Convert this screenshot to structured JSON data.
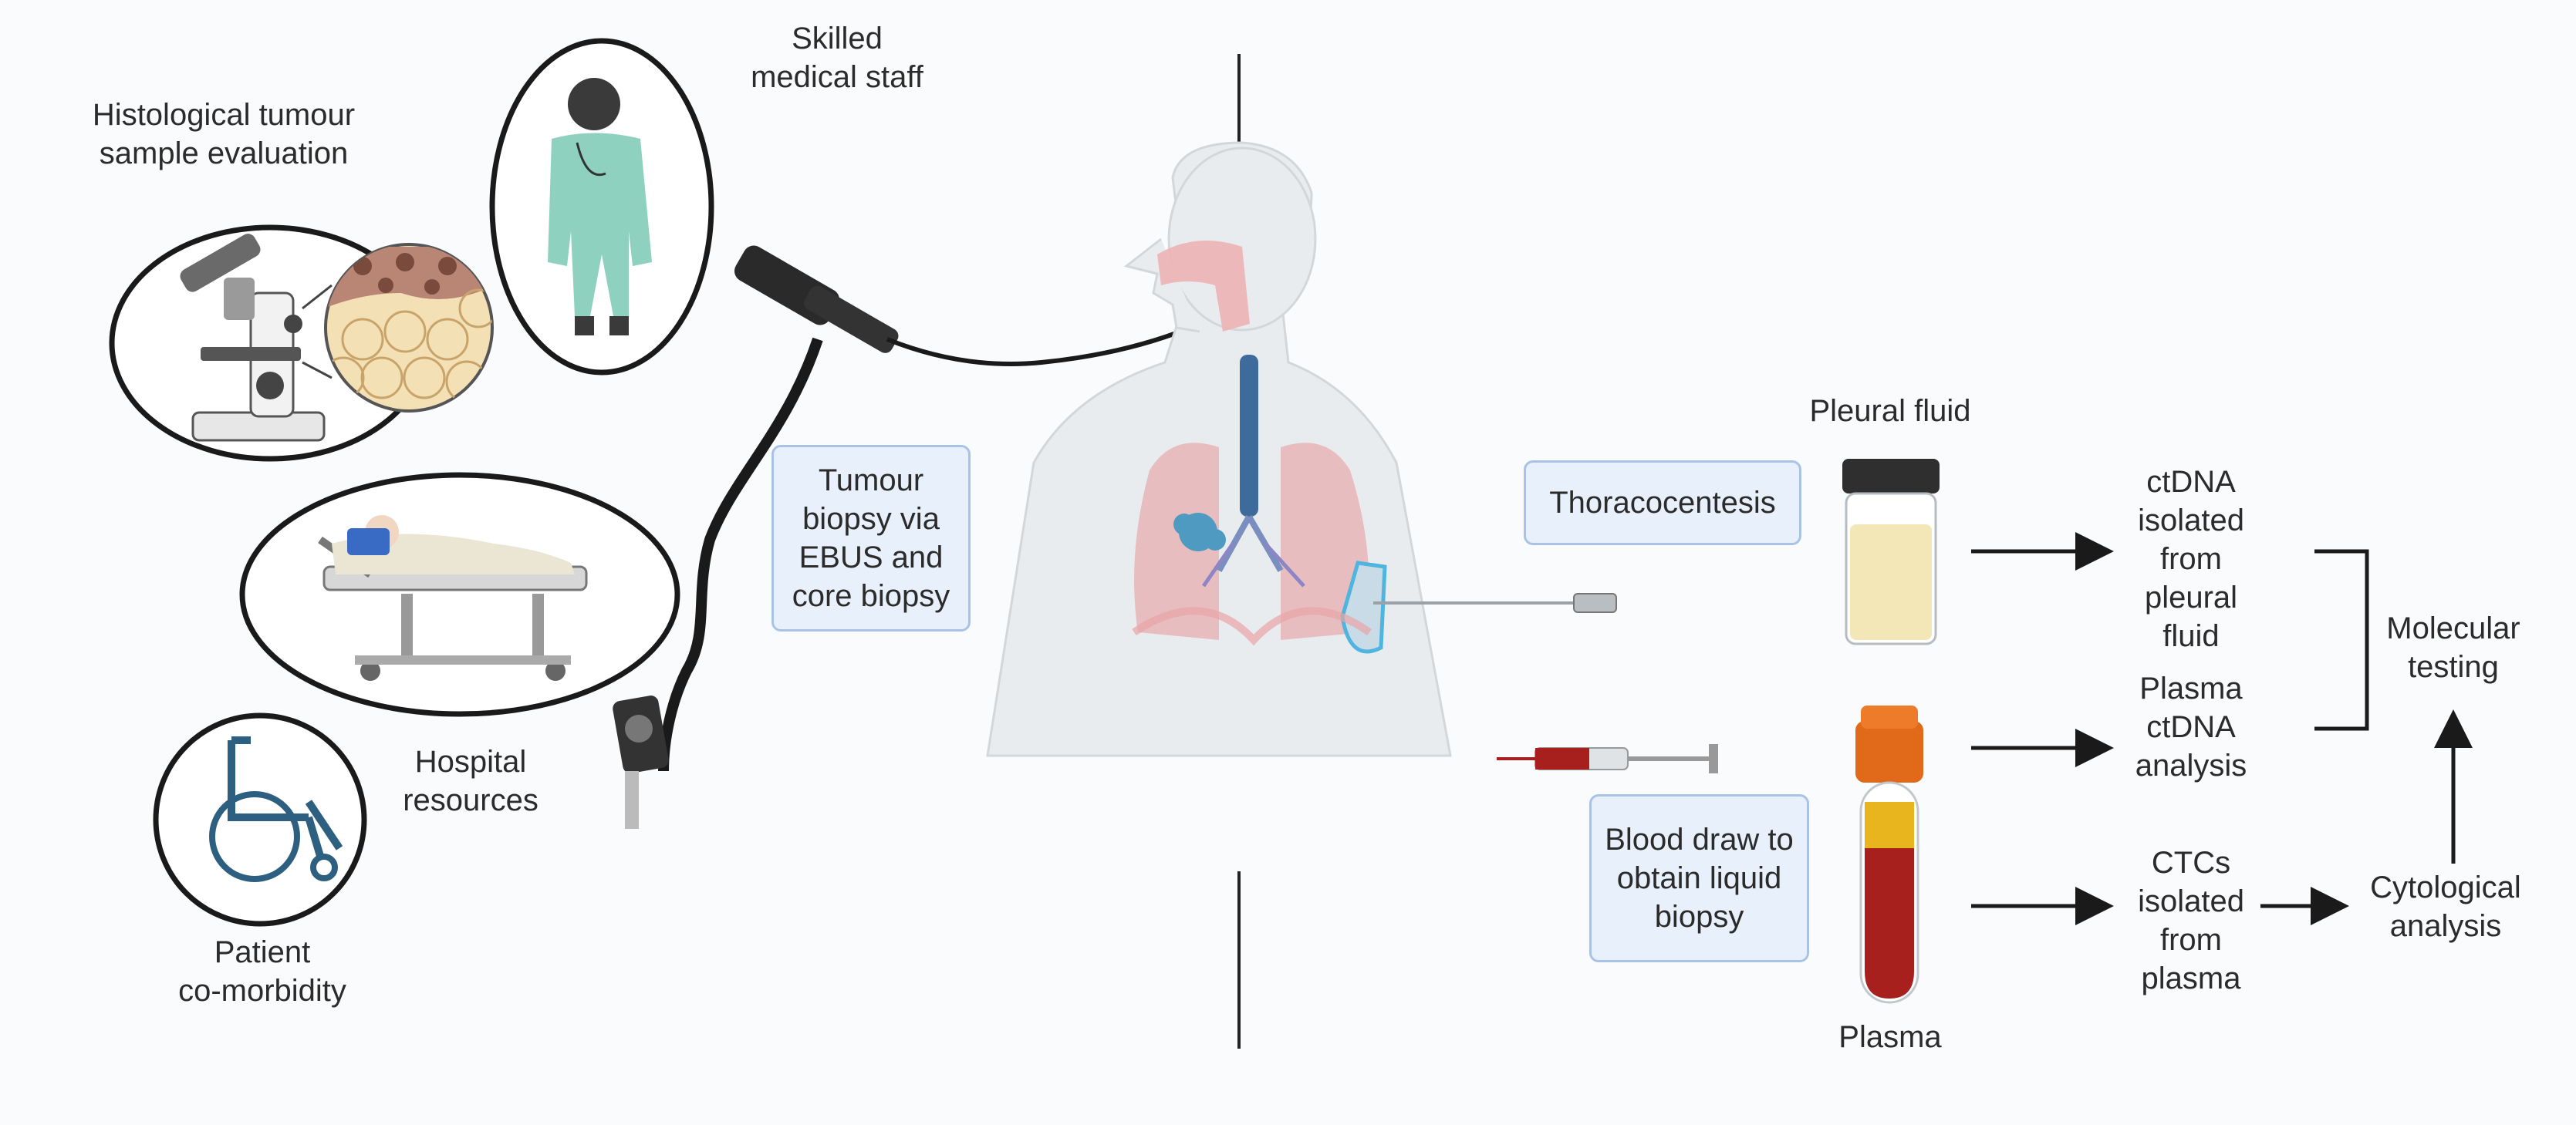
{
  "left_panel": {
    "histological_label": "Histological tumour\nsample evaluation",
    "staff_label": "Skilled\nmedical staff",
    "hospital_label": "Hospital\nresources",
    "comorbidity_label": "Patient\nco-morbidity",
    "tumour_biopsy_box": "Tumour\nbiopsy via\nEBUS and\ncore biopsy"
  },
  "right_panel": {
    "pleural_fluid_label": "Pleural fluid",
    "thoracocentesis_box": "Thoracocentesis",
    "blood_draw_box": "Blood draw to\nobtain liquid\nbiopsy",
    "plasma_label": "Plasma",
    "ctdna_pleural_label": "ctDNA\nisolated\nfrom\npleural\nfluid",
    "plasma_ctdna_label": "Plasma\nctDNA\nanalysis",
    "ctcs_label": "CTCs\nisolated\nfrom\nplasma",
    "molecular_label": "Molecular\ntesting",
    "cytological_label": "Cytological\nanalysis"
  },
  "colors": {
    "box_fill": "#e8f0fb",
    "box_border": "#a9c3e6",
    "skin": "#e9ecee",
    "lung": "#e8a4a7",
    "blood": "#a8201d",
    "pleural": "#f3e6b7",
    "scrubs": "#8fd1bf",
    "wheelchair": "#2d5f80"
  }
}
